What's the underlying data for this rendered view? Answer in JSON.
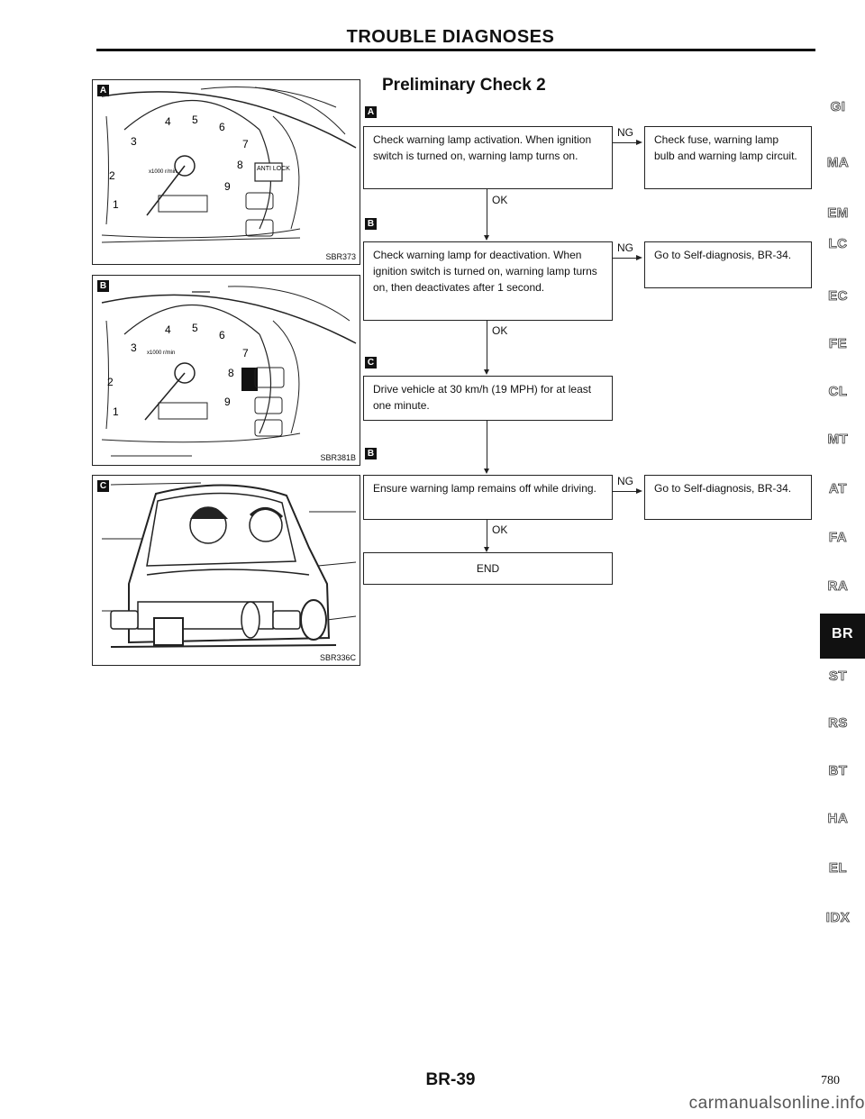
{
  "header": {
    "title": "TROUBLE DIAGNOSES"
  },
  "figures": [
    {
      "badge": "A",
      "code": "SBR373"
    },
    {
      "badge": "B",
      "code": "SBR381B"
    },
    {
      "badge": "C",
      "code": "SBR336C"
    }
  ],
  "gauge_numbers": [
    "1",
    "2",
    "3",
    "4",
    "5",
    "6",
    "7",
    "8",
    "9"
  ],
  "gauge_unit": "x1000 r/min",
  "lamp_text": "ANTI LOCK",
  "section_title": "Preliminary Check 2",
  "flow": {
    "step_a": {
      "badge": "A",
      "text": "Check warning lamp activation. When ignition switch is turned on, warning lamp turns on.",
      "ng_label": "NG",
      "ng_text": "Check fuse, warning lamp bulb and warning lamp circuit.",
      "ok_label": "OK"
    },
    "step_b": {
      "badge": "B",
      "text": "Check warning lamp for deactivation. When ignition switch is turned on, warning lamp turns on, then deactivates after 1 second.",
      "ng_label": "NG",
      "ng_text": "Go to Self-diagnosis, BR-34.",
      "ok_label": "OK"
    },
    "step_c": {
      "badge": "C",
      "text": "Drive vehicle at 30 km/h (19 MPH) for at least one minute."
    },
    "step_d": {
      "badge": "B",
      "text": "Ensure warning lamp remains off while driving.",
      "ng_label": "NG",
      "ng_text": "Go to Self-diagnosis, BR-34.",
      "ok_label": "OK"
    },
    "end": {
      "text": "END"
    }
  },
  "sidebar": [
    "GI",
    "MA",
    "EM",
    "LC",
    "EC",
    "FE",
    "CL",
    "MT",
    "AT",
    "FA",
    "RA",
    "BR",
    "ST",
    "RS",
    "BT",
    "HA",
    "EL",
    "IDX"
  ],
  "sidebar_active": "BR",
  "footer": {
    "page_label": "BR-39",
    "page_index": "780",
    "watermark": "carmanualsonline.info"
  }
}
